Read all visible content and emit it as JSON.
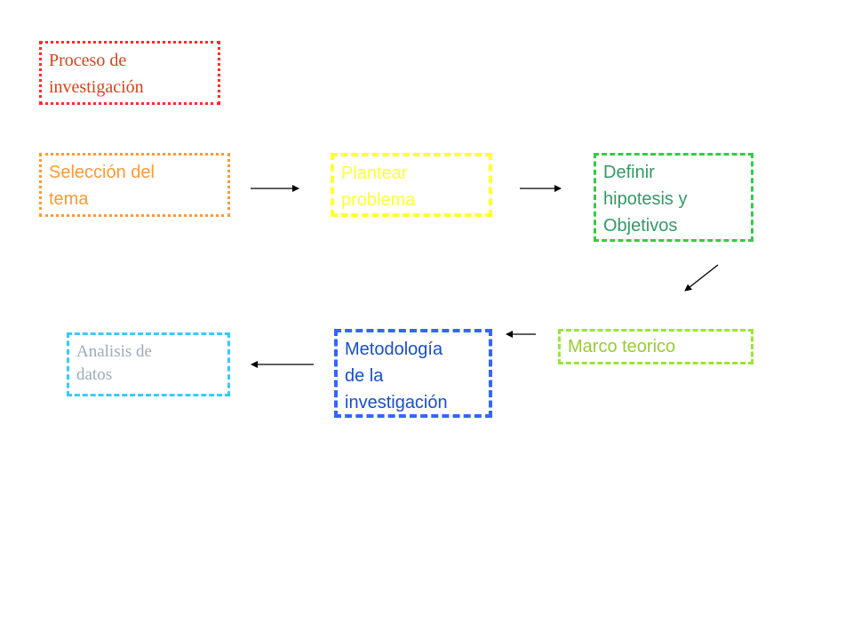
{
  "title": {
    "lines": [
      "Proceso de",
      "investigación"
    ],
    "color": "#d9421a",
    "border": "#ff2a2a"
  },
  "steps": [
    {
      "lines": [
        "Selección del",
        "tema"
      ],
      "color": "#ff9933"
    },
    {
      "lines": [
        "Plantear",
        "problema"
      ],
      "color": "#ffff33"
    },
    {
      "lines": [
        "Definir",
        "hipotesis y",
        "Objetivos"
      ],
      "color": "#339966"
    },
    {
      "lines": [
        "Marco teorico"
      ],
      "color": "#99cc33"
    },
    {
      "lines": [
        "Metodología",
        "de la",
        "investigación"
      ],
      "color": "#1a4dcc"
    },
    {
      "lines": [
        "Analisis de",
        "datos"
      ],
      "color": "#99aabb"
    }
  ]
}
